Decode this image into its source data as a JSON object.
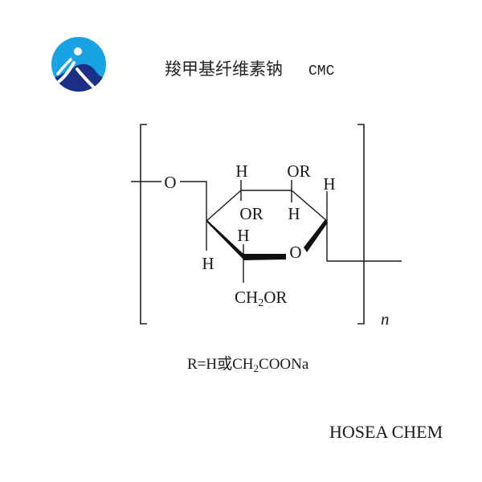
{
  "header": {
    "title_cn": "羧甲基纤维素钠",
    "title_abbr": "CMC",
    "logo_colors": {
      "sky": "#18a4e4",
      "navy": "#1b2f86"
    }
  },
  "structure": {
    "bridge_o_left": "O",
    "ring_o": "O",
    "h_top_left": "H",
    "or_top_right": "OR",
    "h_right": "H",
    "or_mid": "OR",
    "h_mid": "H",
    "h_lower": "H",
    "h_left": "H",
    "ch2or": {
      "ch": "CH",
      "sub": "2",
      "or": "OR"
    },
    "repeat": "n"
  },
  "legend": {
    "r_prefix": "R=H或CH",
    "sub": "2",
    "r_suffix": "COONa"
  },
  "footer": {
    "brand": "HOSEA CHEM"
  }
}
